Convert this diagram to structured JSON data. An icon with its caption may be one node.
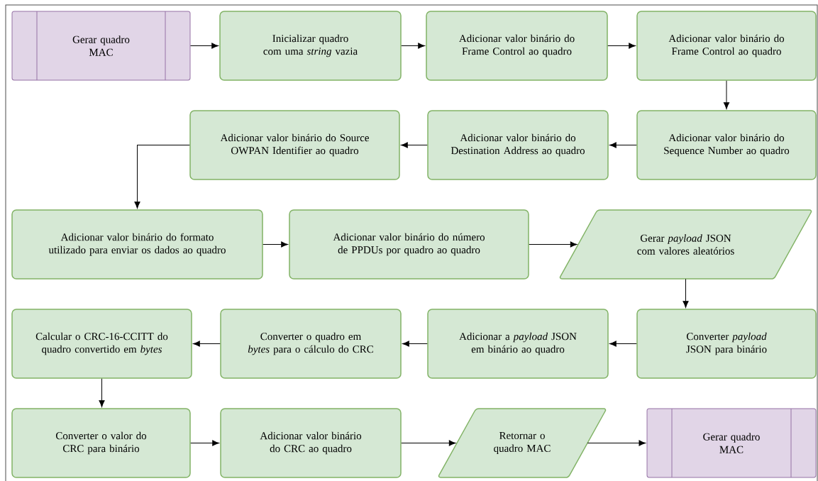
{
  "diagram": {
    "nodes": [
      {
        "text": [
          "Gerar quadro MAC"
        ]
      },
      {
        "text": [
          "Inicializar quadro com uma *string* vazia"
        ]
      },
      {
        "text": [
          "Adicionar valor binário do Frame Control ao quadro"
        ]
      },
      {
        "text": [
          "Adicionar valor binário do Frame Control ao quadro"
        ]
      },
      {
        "text": [
          "Adicionar valor binário do Sequence Number ao quadro"
        ]
      },
      {
        "text": [
          "Adicionar valor binário do Destination Address ao quadro"
        ]
      },
      {
        "text": [
          "Adicionar valor binário do Source OWPAN Identifier ao quadro"
        ]
      },
      {
        "text": [
          "Adicionar valor binário do formato utilizado para enviar os dados ao quadro"
        ]
      },
      {
        "text": [
          "Adicionar valor binário do número de PPDUs por quadro ao quadro"
        ]
      },
      {
        "text": [
          "Gerar *payload* JSON com valores aleatórios"
        ]
      },
      {
        "text": [
          "Converter *payload* JSON para binário"
        ]
      },
      {
        "text": [
          "Adicionar a *payload* JSON em binário ao quadro"
        ]
      },
      {
        "text": [
          "Converter o quadro em *bytes* para o cálculo do CRC"
        ]
      },
      {
        "text": [
          "Calcular o CRC-16-CCITT do quadro convertido em *bytes*"
        ]
      },
      {
        "text": [
          "Converter o valor do CRC para binário"
        ]
      },
      {
        "text": [
          "Adicionar valor binário do CRC ao quadro"
        ]
      },
      {
        "text": [
          "Retornar o quadro MAC"
        ]
      },
      {
        "text": [
          "Gerar quadro MAC"
        ]
      }
    ],
    "edges": [
      {
        "from": 0,
        "to": 1,
        "arrow": "to"
      },
      {
        "from": 1,
        "to": 2,
        "arrow": "to"
      },
      {
        "from": 2,
        "to": 3,
        "arrow": "to"
      },
      {
        "from": 3,
        "to": 4,
        "arrow": "to"
      },
      {
        "from": 4,
        "to": 5,
        "arrow": "to"
      },
      {
        "from": 5,
        "to": 6,
        "arrow": "to"
      },
      {
        "from": 6,
        "to": 7,
        "arrow": "to"
      },
      {
        "from": 7,
        "to": 8,
        "arrow": "to"
      },
      {
        "from": 8,
        "to": 9,
        "arrow": "to"
      },
      {
        "from": 9,
        "to": 10,
        "arrow": "to"
      },
      {
        "from": 10,
        "to": 11,
        "arrow": "to"
      },
      {
        "from": 11,
        "to": 12,
        "arrow": "to"
      },
      {
        "from": 12,
        "to": 13,
        "arrow": "to"
      },
      {
        "from": 13,
        "to": 14,
        "arrow": "to"
      },
      {
        "from": 14,
        "to": 15,
        "arrow": "to"
      },
      {
        "from": 15,
        "to": 16,
        "arrow": "to"
      },
      {
        "from": 16,
        "to": 17,
        "arrow": "to"
      }
    ]
  }
}
